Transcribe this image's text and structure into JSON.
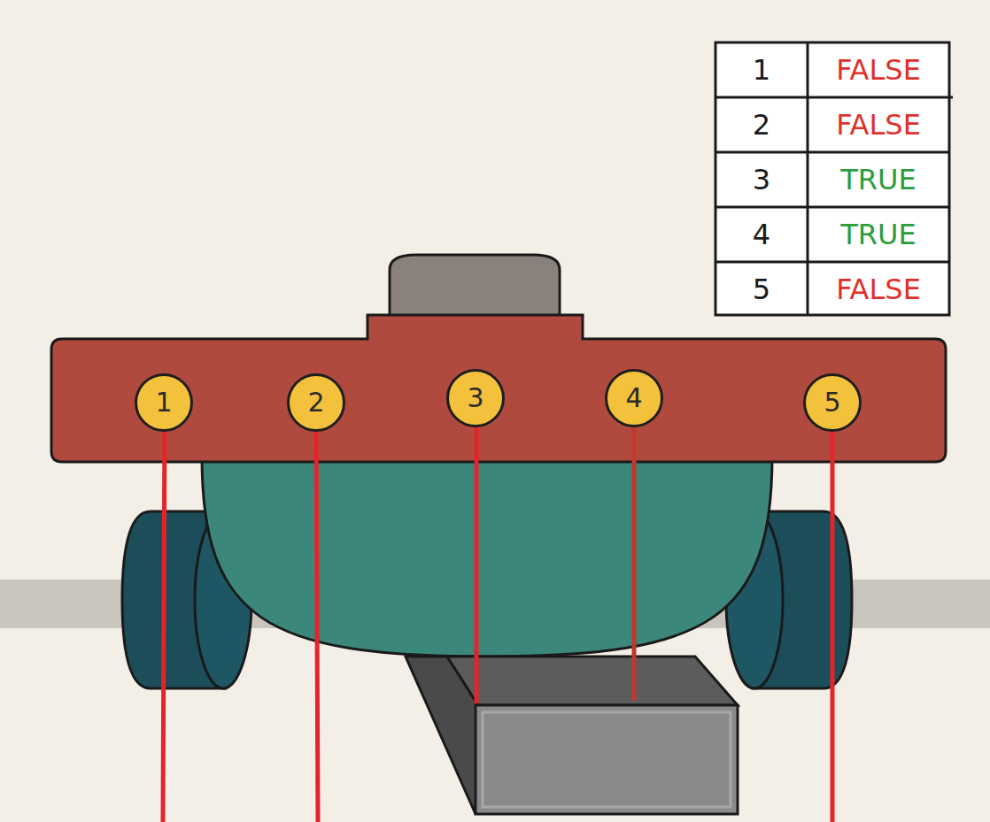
{
  "diagram": {
    "nodes": [
      {
        "text": [
          "1"
        ]
      },
      {
        "text": [
          "2"
        ]
      },
      {
        "text": [
          "3"
        ]
      },
      {
        "text": [
          "4"
        ]
      },
      {
        "text": [
          "5"
        ]
      }
    ],
    "labels": [
      "1",
      "FALSE",
      "2",
      "FALSE",
      "3",
      "TRUE",
      "4",
      "TRUE",
      "5",
      "FALSE"
    ]
  }
}
